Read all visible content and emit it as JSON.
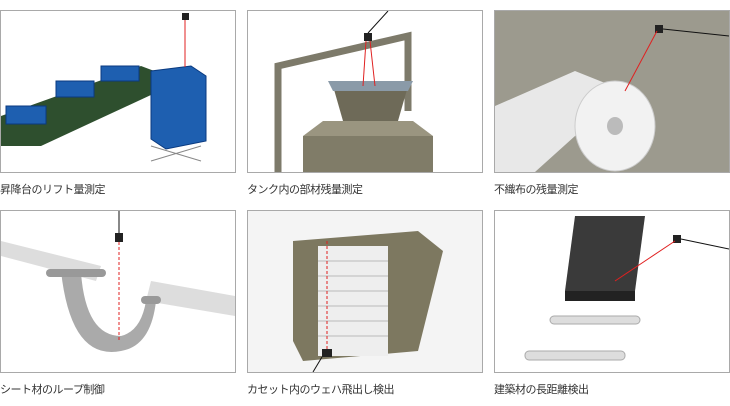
{
  "items": [
    {
      "caption": "昇降台のリフト量測定",
      "icon": "lift-table-sensor"
    },
    {
      "caption": "タンク内の部材残量測定",
      "icon": "tank-sensor"
    },
    {
      "caption": "不織布の残量測定",
      "icon": "nonwoven-roll-sensor"
    },
    {
      "caption": "シート材のループ制御",
      "icon": "sheet-loop-sensor"
    },
    {
      "caption": "カセット内のウェハ飛出し検出",
      "icon": "wafer-cassette-sensor"
    },
    {
      "caption": "建築材の長距離検出",
      "icon": "building-material-sensor"
    }
  ],
  "colors": {
    "laser": "#e02020",
    "border": "#a9a9a9",
    "crate": "#1e5fb0"
  }
}
